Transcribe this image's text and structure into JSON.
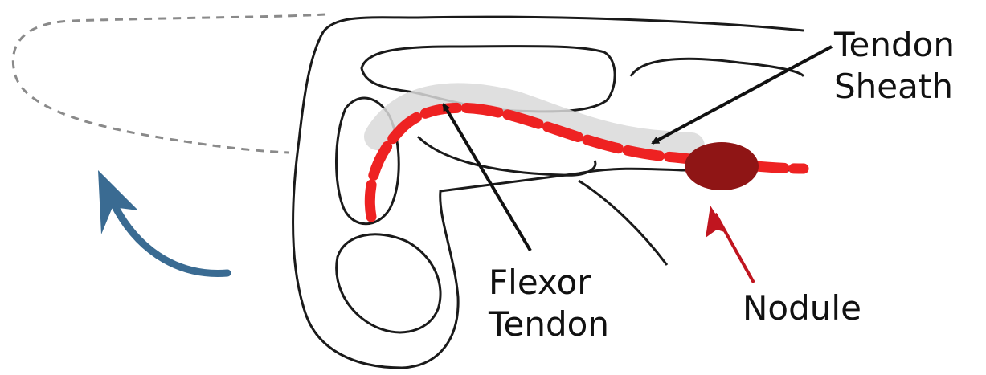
{
  "labels": {
    "tendon_sheath_line1": "Tendon",
    "tendon_sheath_line2": "Sheath",
    "flexor_tendon_line1": "Flexor",
    "flexor_tendon_line2": "Tendon",
    "nodule": "Nodule"
  },
  "colors": {
    "outline": "#1a1a1a",
    "dashed_outline": "#8a8a8a",
    "tendon": "#ee2222",
    "nodule": "#8f1515",
    "sheath_fill": "#d9d9d9",
    "motion_arrow": "#3a6b92",
    "nodule_arrow": "#c0151f",
    "pointer_arrow": "#111111"
  }
}
